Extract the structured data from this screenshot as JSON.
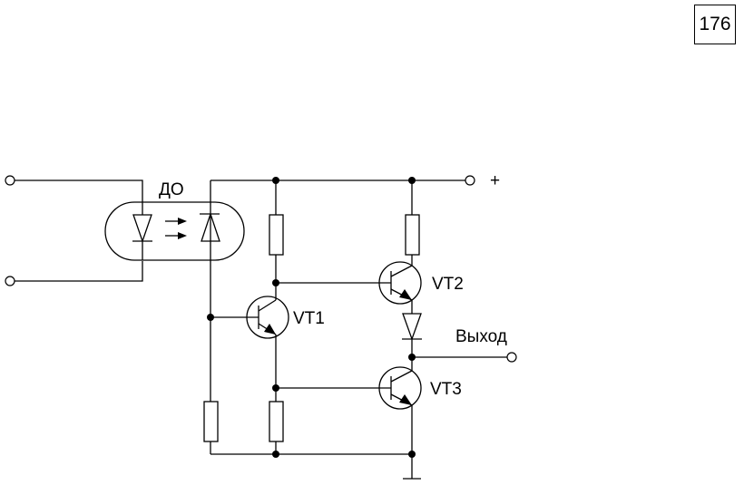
{
  "page_number": "176",
  "labels": {
    "optocoupler": "ДО",
    "plus": "+",
    "output": "Выход",
    "vt1": "VT1",
    "vt2": "VT2",
    "vt3": "VT3"
  }
}
